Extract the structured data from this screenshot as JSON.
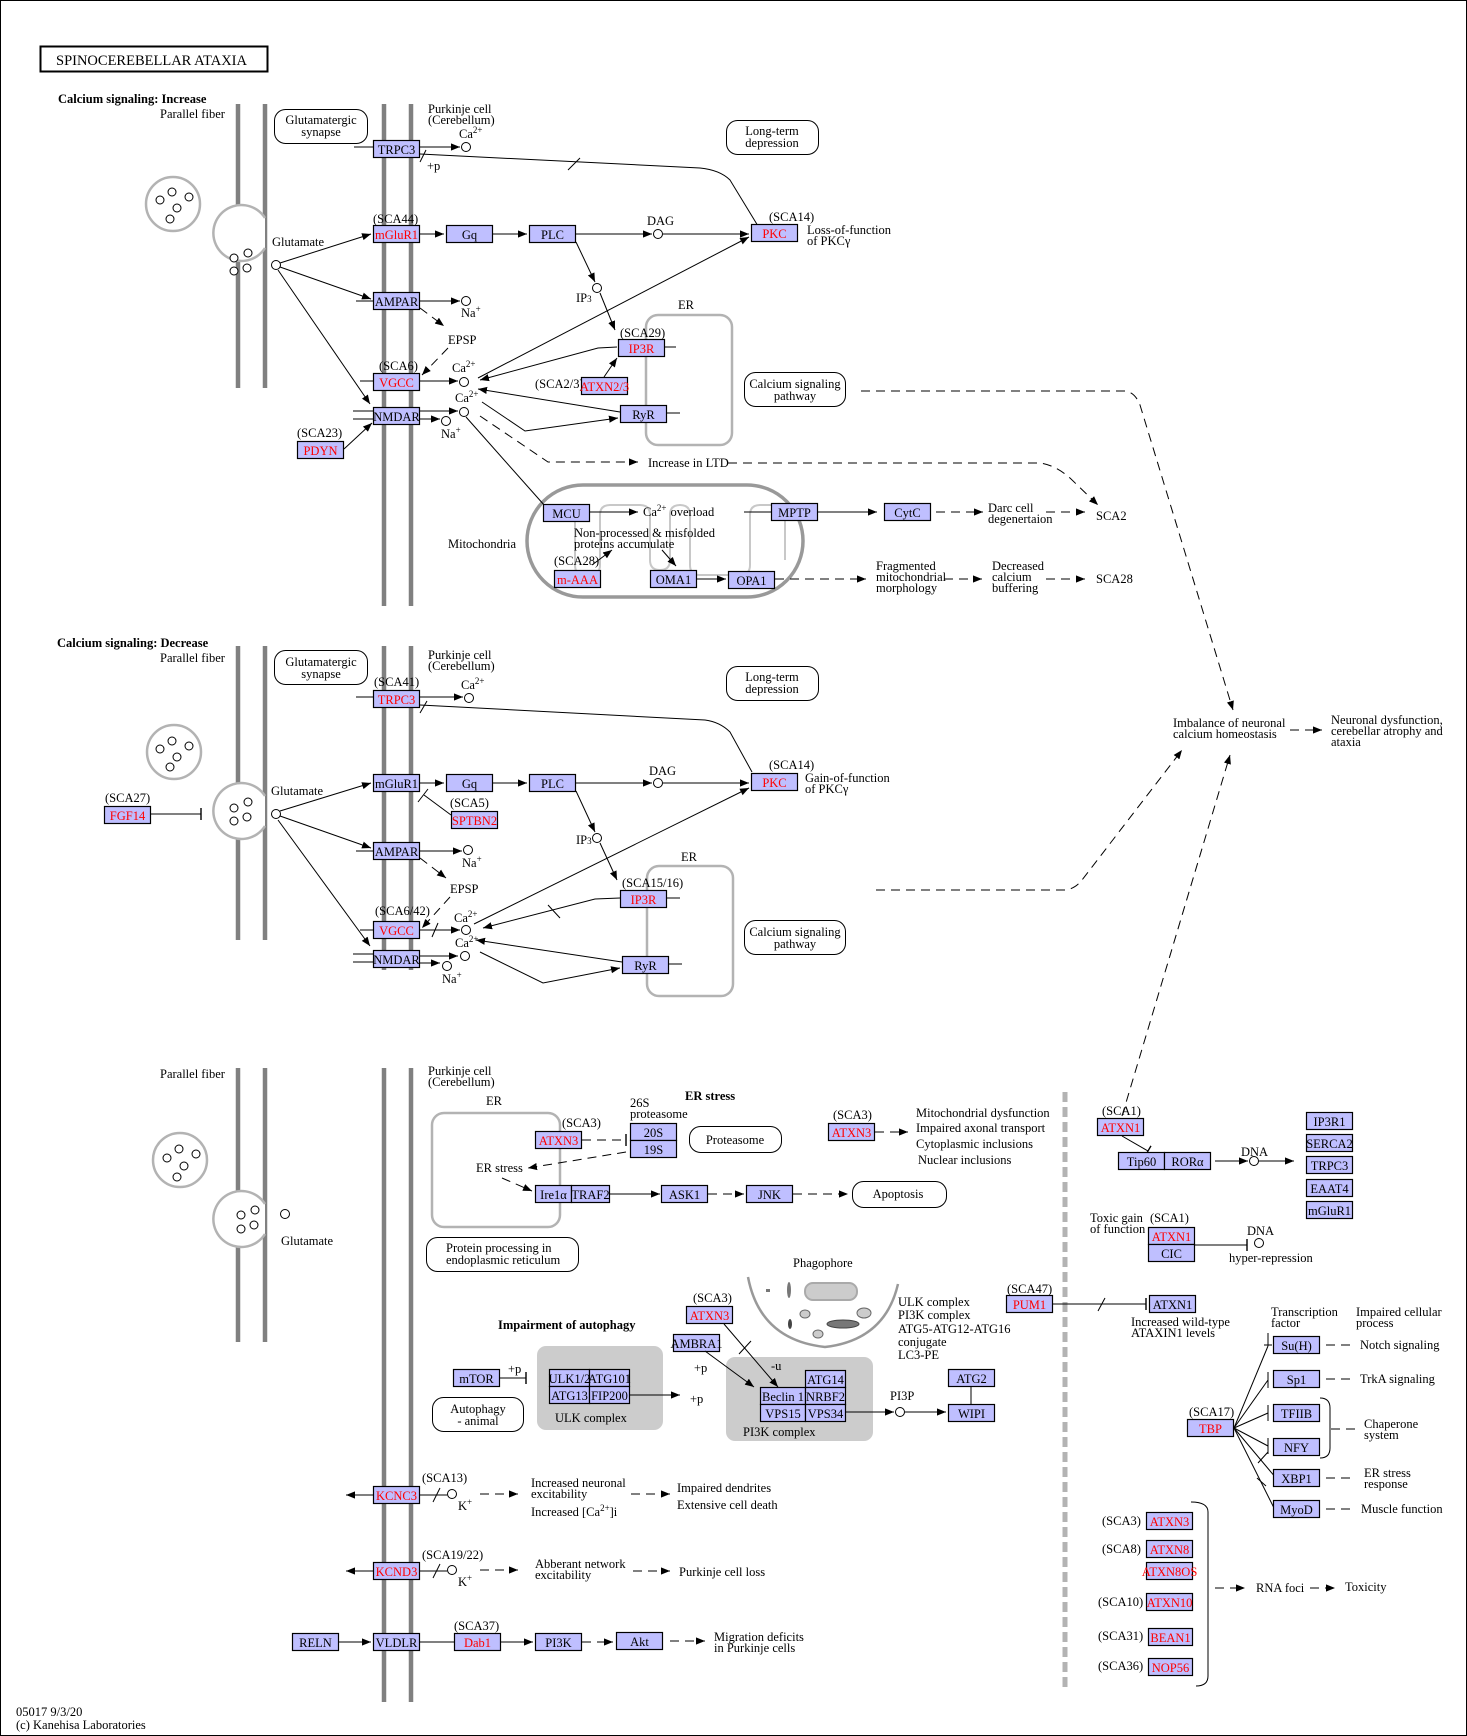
{
  "title": "SPINOCEREBELLAR  ATAXIA",
  "footer": {
    "id_date": "05017 9/3/20",
    "copyright": "(c) Kanehisa Laboratories"
  },
  "colors": {
    "gene_fill": "#bfbfff",
    "disease_gene_text": "#ff0000",
    "membrane": "#808080",
    "compartment": "#b3b3b3",
    "complex": "#cccccc"
  },
  "sections": {
    "increase": "Calcium signaling: Increase",
    "decrease": "Calcium signaling: Decrease",
    "er_stress": "ER stress",
    "autophagy": "Impairment of autophagy"
  },
  "labels": {
    "parallel_fiber": "Parallel fiber",
    "purkinje_1": "Purkinje cell",
    "purkinje_2": "(Cerebellum)",
    "glutamate": "Glutamate",
    "ca": "Ca",
    "ca_sup": "2+",
    "na": "Na",
    "plus_sup": "+",
    "k": "K",
    "plus_p": "+p",
    "minus_u": "-u",
    "dag": "DAG",
    "ip3": "IP",
    "ip3_sub": "3",
    "er": "ER",
    "epsp": "EPSP",
    "mitochondria": "Mitochondria",
    "increase_ltd": "Increase in LTD",
    "ca_overload": "overload",
    "nonprocessed_1": "Non-processed & misfolded",
    "nonprocessed_2": "proteins accumulate",
    "darc_1": "Darc cell",
    "darc_2": "degenertaion",
    "sca2": "SCA2",
    "frag_1": "Fragmented",
    "frag_2": "mitochondrial",
    "frag_3": "morphology",
    "decreased_1": "Decreased",
    "decreased_2": "calcium",
    "decreased_3": "buffering",
    "sca28": "SCA28",
    "loss_pkc_1": "Loss-of-function",
    "loss_pkc_2": "of PKCγ",
    "gain_pkc_1": "Gain-of-function",
    "gain_pkc_2": "of PKCγ",
    "imbalance_1": "Imbalance of neuronal",
    "imbalance_2": "calcium homeostasis",
    "neuronal_1": "Neuronal dysfunction,",
    "neuronal_2": "cerebellar atrophy and",
    "neuronal_3": "ataxia",
    "proteasome_1": "26S",
    "proteasome_2": "proteasome",
    "er_stress_small": "ER stress",
    "mito_dys": "Mitochondrial dysfunction",
    "axonal": "Impaired axonal transport",
    "cyto_inc": "Cytoplasmic inclusions",
    "nuc_inc": "Nuclear inclusions",
    "phagophore": "Phagophore",
    "ulk_list_1": "ULK complex",
    "ulk_list_2": "PI3K complex",
    "ulk_list_3": "ATG5-ATG12-ATG16",
    "ulk_list_4": "conjugate",
    "ulk_list_5": "LC3-PE",
    "ulk_complex": "ULK complex",
    "pi3k_complex": "PI3K complex",
    "pi3p": "PI3P",
    "inc_excit_1": "Increased neuronal",
    "inc_excit_2": "excitability",
    "inc_ca_i": "Increased [Ca",
    "inc_ca_i_end": "]i",
    "impaired_dend": "Impaired dendrites",
    "ext_death": "Extensive cell death",
    "abber_1": "Abberant network",
    "abber_2": "excitability",
    "purk_loss": "Purkinje cell loss",
    "migr_1": "Migration deficits",
    "migr_2": "in Purkinje cells",
    "dna": "DNA",
    "toxic_1": "Toxic gain",
    "toxic_2": "of function",
    "hyper_rep": "hyper-repression",
    "inc_wt_1": "Increased wild-type",
    "inc_wt_2": "ATAXIN1 levels",
    "tf_1": "Transcription",
    "tf_2": "factor",
    "icp_1": "Impaired cellular",
    "icp_2": "process",
    "notch": "Notch signaling",
    "trka": "TrkA signaling",
    "chap_1": "Chaperone",
    "chap_2": "system",
    "er_resp_1": "ER stress",
    "er_resp_2": "response",
    "muscle": "Muscle function",
    "rna_foci": "RNA foci",
    "toxicity": "Toxicity"
  },
  "pathways": {
    "glut_syn_1": "Glutamatergic",
    "glut_syn_2": "synapse",
    "ltd_1": "Long-term",
    "ltd_2": "depression",
    "csp_1": "Calcium signaling",
    "csp_2": "pathway",
    "proteasome": "Proteasome",
    "apoptosis": "Apoptosis",
    "ppe_1": "Protein processing in",
    "ppe_2": "endoplasmic reticulum",
    "auto_1": "Autophagy",
    "auto_2": "- animal"
  },
  "sca": {
    "sca44": "(SCA44)",
    "sca14": "(SCA14)",
    "sca29": "(SCA29)",
    "sca23": "(SCA23)",
    "sca6": "(SCA6)",
    "sca23b": "(SCA2/3)",
    "sca28": "(SCA28)",
    "sca41": "(SCA41)",
    "sca5": "(SCA5)",
    "sca27": "(SCA27)",
    "sca642": "(SCA6/42)",
    "sca1516": "(SCA15/16)",
    "sca3": "(SCA3)",
    "sca13": "(SCA13)",
    "sca1922": "(SCA19/22)",
    "sca37": "(SCA37)",
    "sca1": "(SCA1)",
    "sca47": "(SCA47)",
    "sca17": "(SCA17)",
    "sca8": "(SCA8)",
    "sca10": "(SCA10)",
    "sca31": "(SCA31)",
    "sca36": "(SCA36)"
  },
  "genes": {
    "trpc3_a": "TRPC3",
    "mglur1_a": "mGluR1",
    "gq_a": "Gq",
    "plc_a": "PLC",
    "pkc_a": "PKC",
    "ampar_a": "AMPAR",
    "ip3r_a": "IP3R",
    "atxn23": "ATXN2/3",
    "vgcc_a": "VGCC",
    "ryr_a": "RyR",
    "nmdar_a": "NMDAR",
    "pdyn": "PDYN",
    "mcu": "MCU",
    "mptp": "MPTP",
    "cytc": "CytC",
    "maaa": "m-AAA",
    "oma1": "OMA1",
    "opa1": "OPA1",
    "trpc3_b": "TRPC3",
    "mglur1_b": "mGluR1",
    "gq_b": "Gq",
    "plc_b": "PLC",
    "pkc_b": "PKC",
    "sptbn2": "SPTBN2",
    "fgf14": "FGF14",
    "ampar_b": "AMPAR",
    "ip3r_b": "IP3R",
    "vgcc_b": "VGCC",
    "ryr_b": "RyR",
    "nmdar_b": "NMDAR",
    "atxn3_er": "ATXN3",
    "p20s": "20S",
    "p19s": "19S",
    "atxn3_mito": "ATXN3",
    "ire1a": "Ire1α",
    "traf2": "TRAF2",
    "ask1": "ASK1",
    "jnk": "JNK",
    "atxn3_auto": "ATXN3",
    "ambra1": "AMBRA1",
    "mtor": "mTOR",
    "ulk12": "ULK1/2",
    "atg101": "ATG101",
    "atg13": "ATG13",
    "fip200": "FIP200",
    "atg14": "ATG14",
    "beclin1": "Beclin 1",
    "nrbf2": "NRBF2",
    "vps15": "VPS15",
    "vps34": "VPS34",
    "atg2": "ATG2",
    "wipi": "WIPI",
    "kcnc3": "KCNC3",
    "kcnd3": "KCND3",
    "reln": "RELN",
    "vldlr": "VLDLR",
    "dab1": "Dab1",
    "pi3k": "PI3K",
    "akt": "Akt",
    "atxn1_a": "ATXN1",
    "tip60": "Tip60",
    "rora": "RORα",
    "ip3r1": "IP3R1",
    "serca2": "SERCA2",
    "trpc3_c": "TRPC3",
    "eaat4": "EAAT4",
    "mglur1_c": "mGluR1",
    "atxn1_b": "ATXN1",
    "cic": "CIC",
    "pum1": "PUM1",
    "atxn1_c": "ATXN1",
    "tbp": "TBP",
    "suh": "Su(H)",
    "sp1": "Sp1",
    "tfiib": "TFIIB",
    "nfy": "NFY",
    "xbp1": "XBP1",
    "myod": "MyoD",
    "atxn3_rna": "ATXN3",
    "atxn8": "ATXN8",
    "atxn8os": "ATXN8OS",
    "atxn10": "ATXN10",
    "bean1": "BEAN1",
    "nop56": "NOP56"
  }
}
